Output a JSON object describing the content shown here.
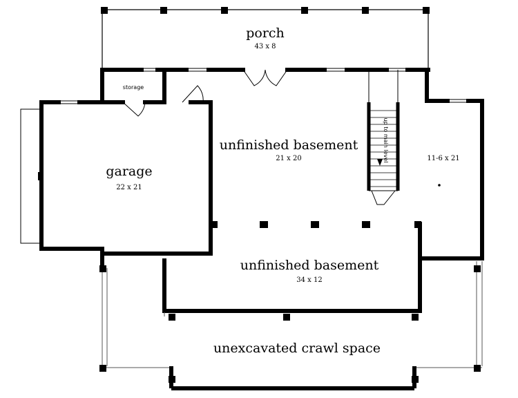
{
  "rooms": {
    "porch": {
      "name": "porch",
      "dims": "43 x 8"
    },
    "storage": {
      "name": "storage"
    },
    "garage": {
      "name": "garage",
      "dims": "22 x 21"
    },
    "basement_upper": {
      "name": "unfinished basement",
      "dims": "21 x 20"
    },
    "right_room": {
      "dims": "11-6 x 21"
    },
    "basement_lower": {
      "name": "unfinished basement",
      "dims": "34 x 12"
    },
    "crawl": {
      "name": "unexcavated crawl space"
    }
  },
  "stairs": {
    "label": "up to main level"
  },
  "colors": {
    "wall": "#000000",
    "thin_line": "#555555",
    "background": "#ffffff"
  }
}
